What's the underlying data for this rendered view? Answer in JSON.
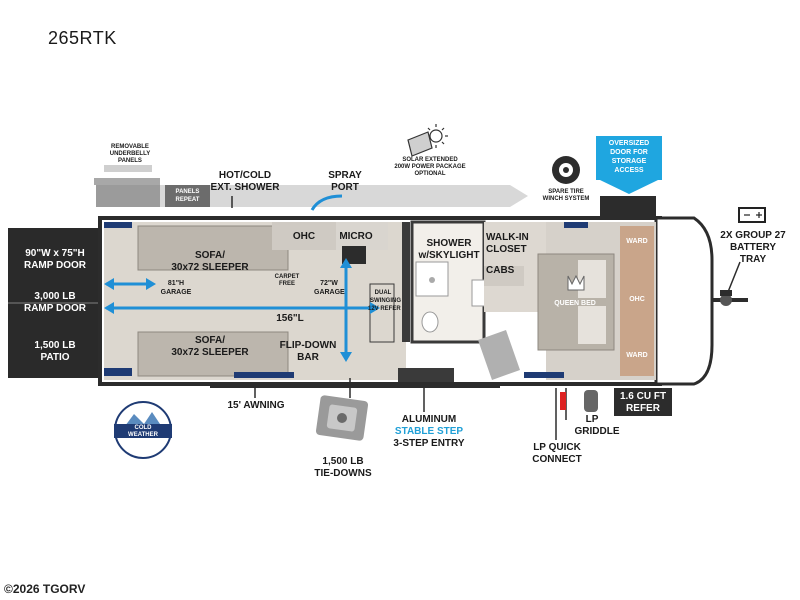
{
  "model": "265RTK",
  "copyright": "©2026 TGORV",
  "labels": {
    "removable_underbelly": [
      "REMOVABLE",
      "UNDERBELLY",
      "PANELS"
    ],
    "panels_repeat": [
      "PANELS",
      "REPEAT"
    ],
    "hot_cold_shower": [
      "HOT/COLD",
      "EXT. SHOWER"
    ],
    "spray_port": [
      "SPRAY",
      "PORT"
    ],
    "solar": [
      "SOLAR EXTENDED",
      "200W POWER PACKAGE",
      "OPTIONAL"
    ],
    "spare_tire": [
      "SPARE TIRE",
      "WINCH SYSTEM"
    ],
    "oversized_door": [
      "OVERSIZED",
      "DOOR FOR",
      "STORAGE",
      "ACCESS"
    ],
    "battery": [
      "2X GROUP 27",
      "BATTERY",
      "TRAY"
    ],
    "ramp_door_size": [
      "90\"W x 75\"H",
      "RAMP DOOR"
    ],
    "ramp_door_weight": [
      "3,000 LB",
      "RAMP DOOR"
    ],
    "patio": [
      "1,500 LB",
      "PATIO"
    ],
    "sofa_top": [
      "SOFA/",
      "30x72 SLEEPER"
    ],
    "sofa_bottom": [
      "SOFA/",
      "30x72 SLEEPER"
    ],
    "garage_height": [
      "81\"H",
      "GARAGE"
    ],
    "carpet_free": [
      "CARPET",
      "FREE"
    ],
    "garage_width": [
      "72\"W",
      "GARAGE"
    ],
    "length": "156\"L",
    "ohc_kitchen": "OHC",
    "micro": "MICRO",
    "refer": [
      "DUAL",
      "SWINGING",
      "12V REFER"
    ],
    "flip_down_bar": [
      "FLIP-DOWN",
      "BAR"
    ],
    "shower": [
      "SHOWER",
      "w/SKYLIGHT"
    ],
    "closet": [
      "WALK-IN",
      "CLOSET"
    ],
    "cabs": "CABS",
    "queen_bed": "QUEEN BED",
    "ward_top": "WARD",
    "ohc_bed": "OHC",
    "ward_bottom": "WARD",
    "awning": "15' AWNING",
    "tie_downs": [
      "1,500 LB",
      "TIE-DOWNS"
    ],
    "aluminum": "ALUMINUM",
    "stable_step": "STABLE STEP",
    "entry": "3-STEP ENTRY",
    "lp_griddle": [
      "LP",
      "GRIDDLE"
    ],
    "lp_quick": [
      "LP QUICK",
      "CONNECT"
    ],
    "fridge_outside": [
      "1.6 CU FT",
      "REFER"
    ],
    "badge": [
      "COLD",
      "WEATHER"
    ]
  },
  "colors": {
    "accent_blue": "#1fa6e0",
    "arrow_blue": "#1f8fd6",
    "wall": "#3a3a3a",
    "floor": "#cfcac3",
    "wood": "#c9a58a",
    "dark_rail": "#2c2c2c",
    "navy_marker": "#1f3b74"
  },
  "icons": [
    "sun-solar-icon",
    "spare-tire-icon",
    "battery-icon",
    "crown-icon",
    "lp-tank-icon",
    "cold-weather-badge-icon"
  ]
}
